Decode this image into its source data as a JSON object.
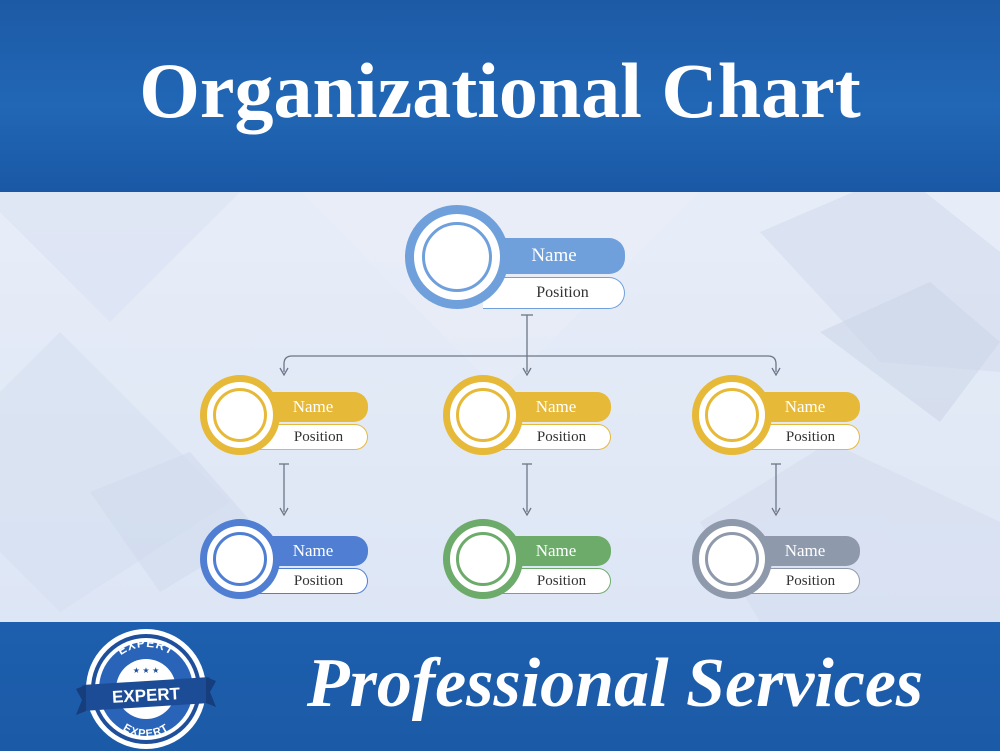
{
  "header": {
    "title": "Organizational Chart"
  },
  "footer": {
    "title": "Professional Services"
  },
  "seal": {
    "top_text": "EXPERT",
    "ribbon_text": "EXPERT",
    "bottom_text": "EXPERT",
    "stars": "★ ★ ★"
  },
  "chart": {
    "root": {
      "name": "Name",
      "position": "Position",
      "color": "#6fa0dc"
    },
    "level2": [
      {
        "name": "Name",
        "position": "Position",
        "color": "#e6b938"
      },
      {
        "name": "Name",
        "position": "Position",
        "color": "#e6b938"
      },
      {
        "name": "Name",
        "position": "Position",
        "color": "#e6b938"
      }
    ],
    "level3": [
      {
        "name": "Name",
        "position": "Position",
        "color": "#4f7ed2"
      },
      {
        "name": "Name",
        "position": "Position",
        "color": "#6cab6a"
      },
      {
        "name": "Name",
        "position": "Position",
        "color": "#8e99ab"
      }
    ]
  }
}
